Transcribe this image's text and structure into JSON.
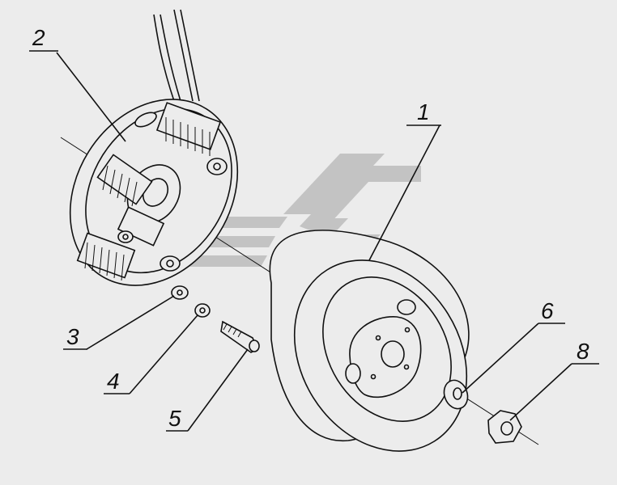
{
  "callouts": [
    {
      "id": "1",
      "label": "1"
    },
    {
      "id": "2",
      "label": "2"
    },
    {
      "id": "3",
      "label": "3"
    },
    {
      "id": "4",
      "label": "4"
    },
    {
      "id": "5",
      "label": "5"
    },
    {
      "id": "6",
      "label": "6"
    },
    {
      "id": "8",
      "label": "8"
    }
  ],
  "colors": {
    "background": "#ececec",
    "ink": "#111111",
    "watermark": "#bdbdbd"
  }
}
